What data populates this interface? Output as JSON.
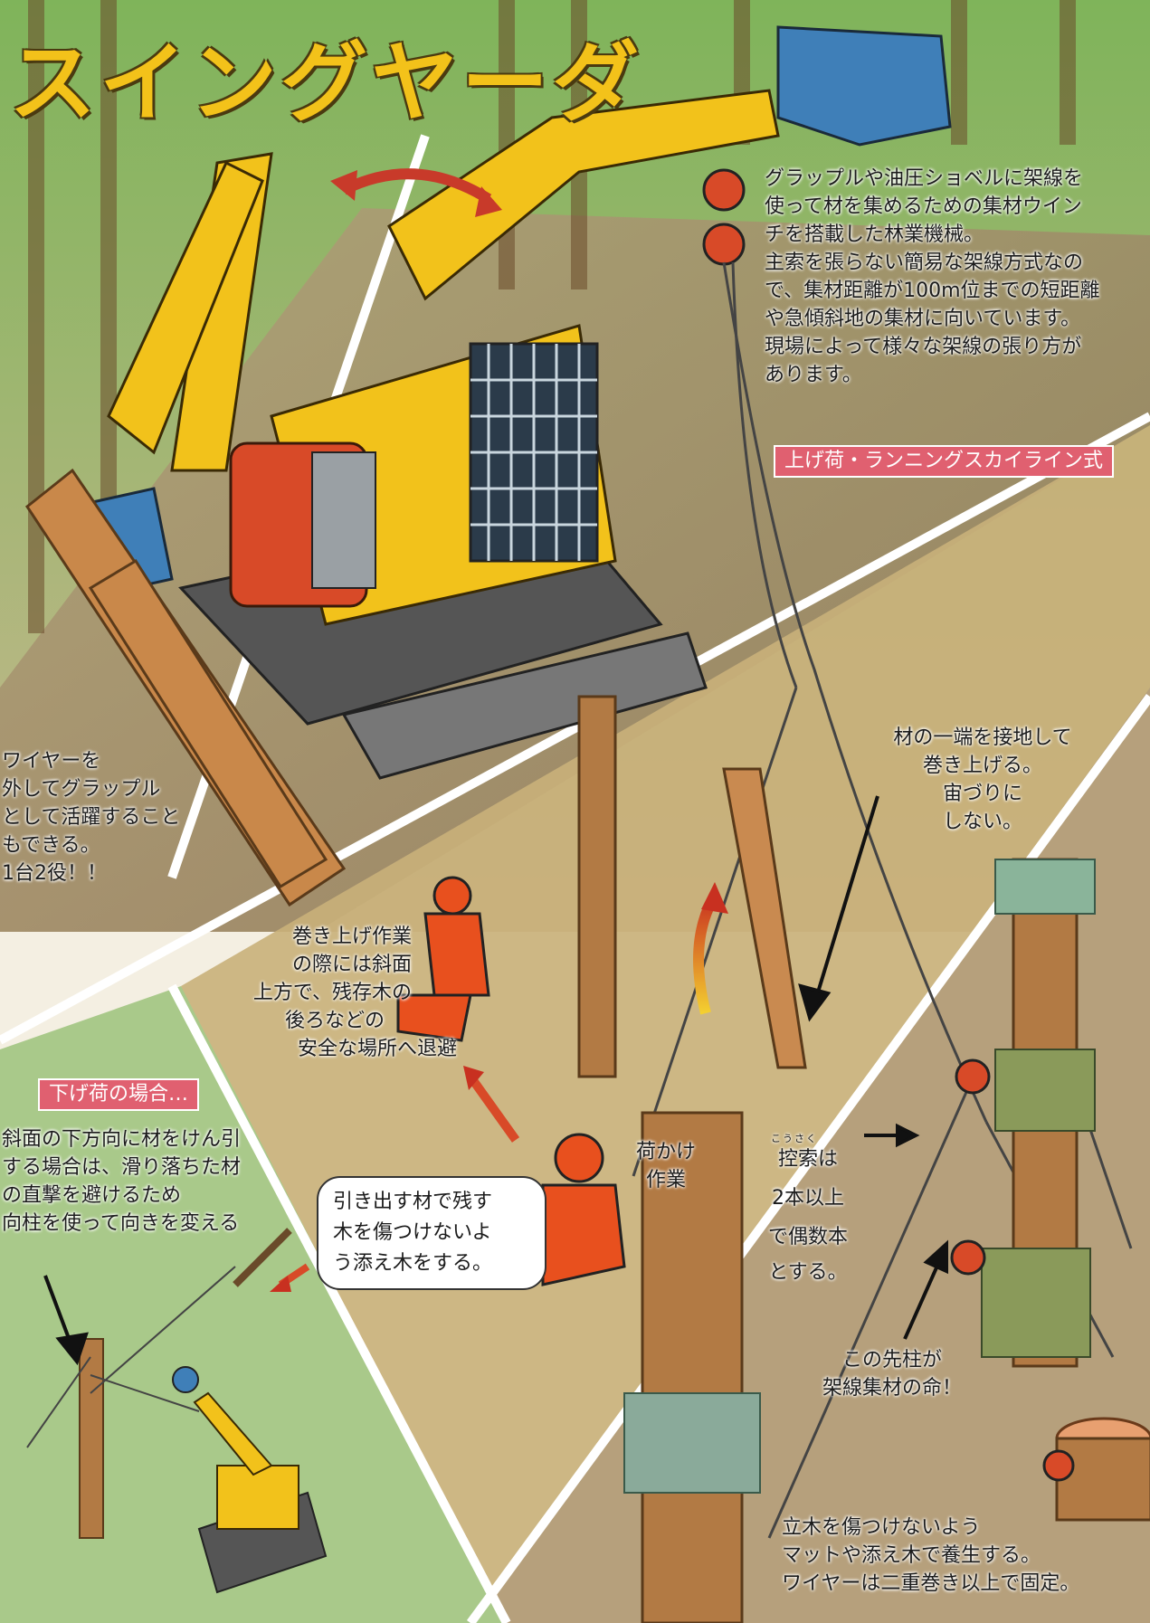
{
  "title": {
    "chars": [
      "ス",
      "イ",
      "ン",
      "グ",
      "ヤ",
      "ー",
      "ダ"
    ]
  },
  "description": [
    "グラップルや油圧ショベルに架線を",
    "使って材を集めるための集材ウイン",
    "チを搭載した林業機械。",
    "主索を張らない簡易な架線方式なの",
    "で、集材距離が100m位までの短距離",
    "や急傾斜地の集材に向いています。",
    "現場によって様々な架線の張り方が",
    "あります。"
  ],
  "tag_uphill": "上げ荷・ランニングスカイライン式",
  "tag_downhill": "下げ荷の場合…",
  "note_grapple": [
    "ワイヤーを",
    "外してグラップル",
    "として活躍すること",
    "もできる。",
    "1台2役！！"
  ],
  "note_lift": [
    "材の一端を接地して",
    "巻き上げる。",
    "宙づりに",
    "しない。"
  ],
  "note_safety": [
    "巻き上げ作業",
    "の際には斜面",
    "上方で、残存木の",
    "後ろなどの",
    "安全な場所へ退避"
  ],
  "note_hooking": [
    "荷かけ",
    "作業"
  ],
  "bubble_protect": [
    "引き出す材で残す",
    "木を傷つけないよ",
    "う添え木をする。"
  ],
  "note_downhill": [
    "斜面の下方向に材をけん引",
    "する場合は、滑り落ちた材",
    "の直撃を避けるため",
    "向柱を使って向きを変える"
  ],
  "note_guy": {
    "ruby": "こうさく",
    "lines": [
      "控索は",
      "2本以上",
      "で偶数本",
      "とする。"
    ]
  },
  "note_spar": [
    "この先柱が",
    "架線集材の命！"
  ],
  "note_mat": [
    "立木を傷つけないよう",
    "マットや添え木で養生する。",
    "ワイヤーは二重巻き以上で固定。"
  ],
  "colors": {
    "machine_yellow": "#f2c21b",
    "winch_red": "#d84a28",
    "grapple_blue": "#3f7fb8",
    "worker_orange": "#e8501e",
    "tag_pink": "#e06070",
    "forest_green": "#5c9a3a",
    "ground_brown": "#9c8466"
  }
}
